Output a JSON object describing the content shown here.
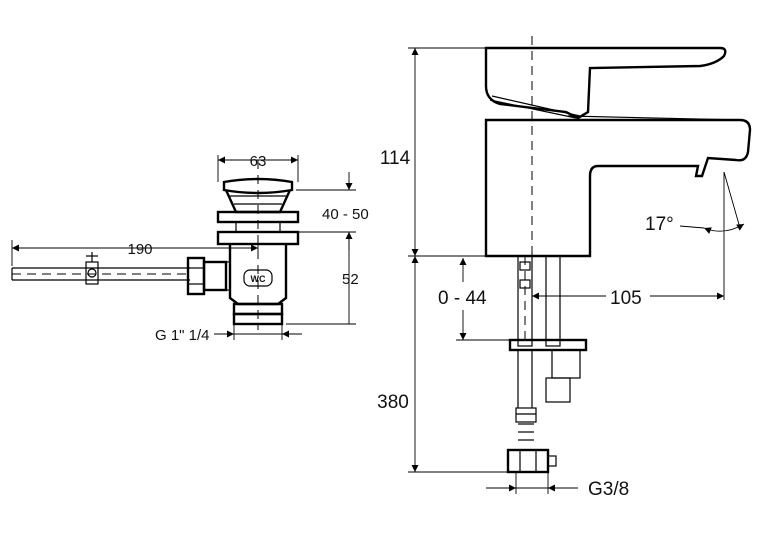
{
  "dimensions": {
    "waste_width": "63",
    "waste_height": "40 - 50",
    "rod_length": "190",
    "waste_body": "52",
    "waste_thread": "G 1\" 1/4",
    "tap_height": "114",
    "adjust_range": "0 - 44",
    "spout_reach": "105",
    "spout_angle": "17°",
    "hose_length": "380",
    "hose_thread": "G3/8"
  },
  "logo_mark": "WC"
}
